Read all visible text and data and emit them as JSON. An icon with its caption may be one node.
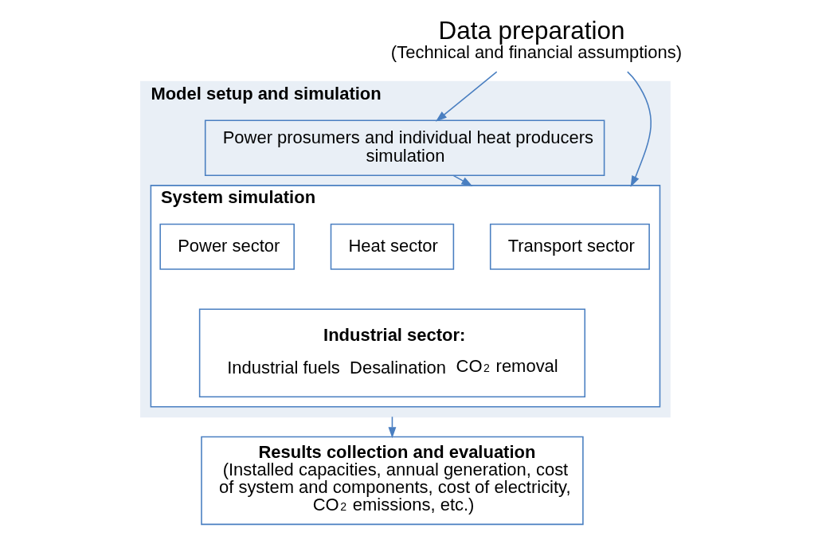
{
  "diagram": {
    "nodes": [
      {
        "text": [
          "Data preparation",
          "(Technical and financial assumptions)"
        ]
      },
      {
        "text": [
          "Model setup and simulation"
        ]
      },
      {
        "text": [
          "Power prosumers and individual heat producers simulation"
        ],
        "in": 1
      },
      {
        "text": [
          "System simulation"
        ],
        "in": 1
      },
      {
        "text": [
          "Power sector"
        ],
        "in": 3
      },
      {
        "text": [
          "Heat sector"
        ],
        "in": 3
      },
      {
        "text": [
          "Transport sector"
        ],
        "in": 3
      },
      {
        "text": [
          "Industrial sector:",
          "Industrial fuels",
          "Desalination",
          "CO$_{2}$ removal"
        ],
        "in": 3
      },
      {
        "text": [
          "Results collection and evaluation",
          "(Installed capacities, annual generation, cost of system and components, cost of electricity, CO$_{2}$ emissions, etc.)"
        ]
      }
    ],
    "edges": [
      {
        "from": 0,
        "to": 2,
        "arrow": "to"
      },
      {
        "from": 0,
        "to": 3,
        "arrow": "to"
      },
      {
        "from": 2,
        "to": 3,
        "arrow": "to"
      },
      {
        "from": 1,
        "to": 8,
        "arrow": "to"
      }
    ]
  }
}
